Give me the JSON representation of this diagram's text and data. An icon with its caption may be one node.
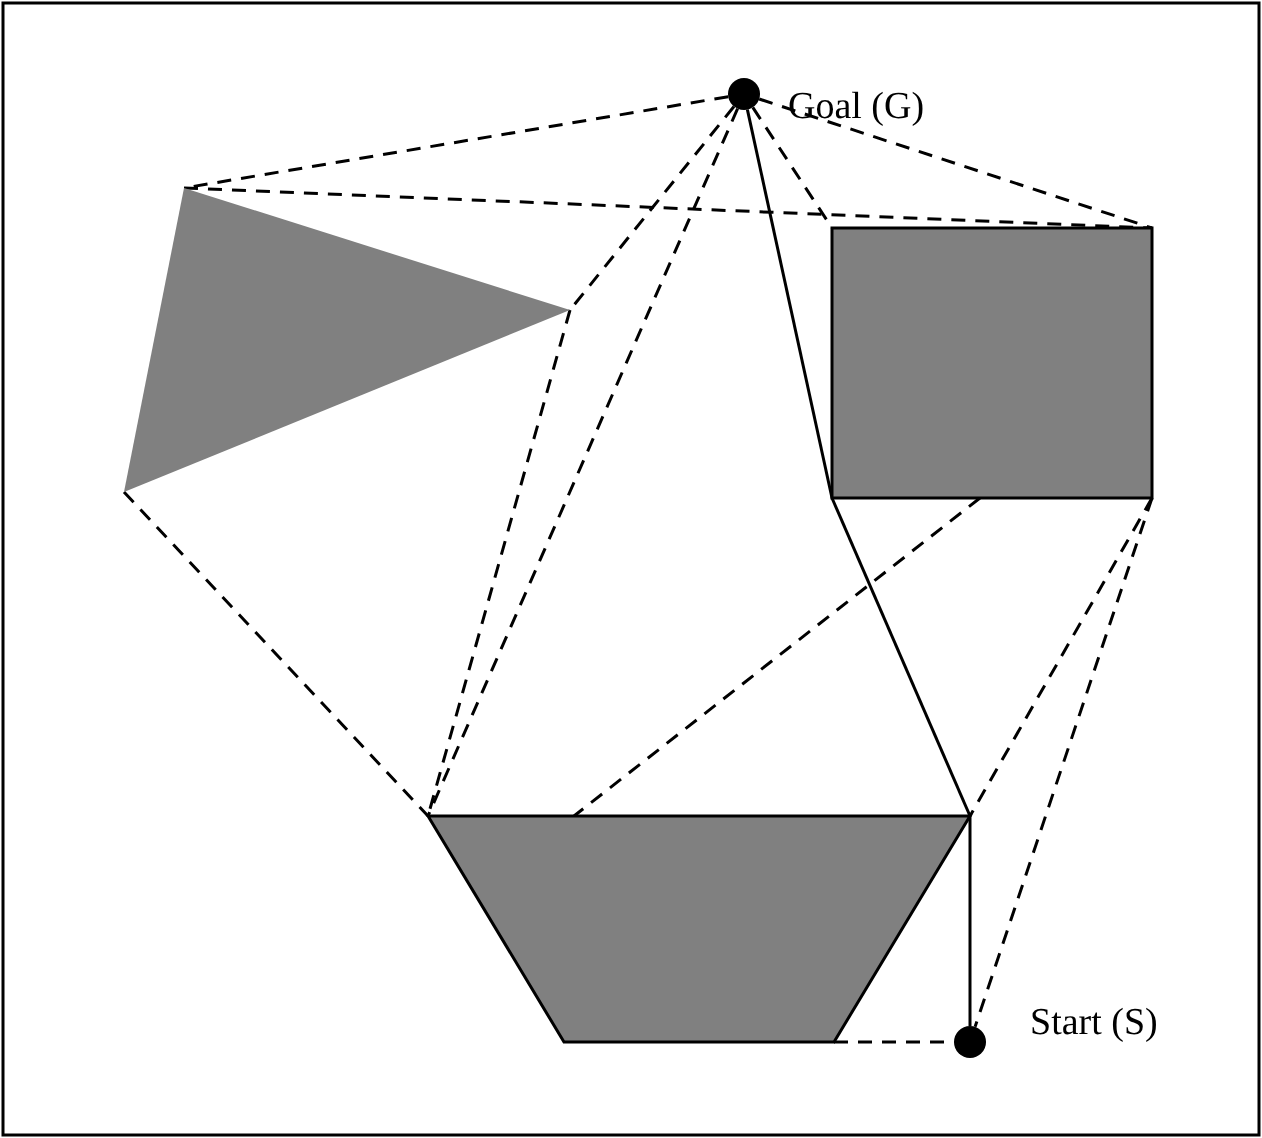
{
  "diagram": {
    "nodes": [
      {
        "text": [],
        "shape": "circle",
        "beside": [
          "Goal (G)"
        ]
      },
      {
        "text": [],
        "shape": "triangle"
      },
      {
        "text": [],
        "shape": "box"
      },
      {
        "text": [],
        "shape": "trapezoid"
      },
      {
        "text": [],
        "shape": "circle",
        "beside": [
          "Start (S)"
        ]
      }
    ],
    "edges": [
      {
        "from": 0,
        "to": 1,
        "arrow": "none",
        "style": "dashed"
      },
      {
        "from": 1,
        "to": 2,
        "arrow": "none",
        "style": "dashed"
      },
      {
        "from": 0,
        "to": 2,
        "arrow": "none",
        "style": "dashed"
      },
      {
        "from": 0,
        "to": 2,
        "arrow": "none",
        "style": "dashed"
      },
      {
        "from": 0,
        "to": 1,
        "arrow": "none",
        "style": "dashed"
      },
      {
        "from": 1,
        "to": 3,
        "arrow": "none",
        "style": "dashed"
      },
      {
        "from": 0,
        "to": 3,
        "arrow": "none",
        "style": "dashed"
      },
      {
        "from": 0,
        "to": 2,
        "arrow": "none"
      },
      {
        "from": 2,
        "to": 3,
        "arrow": "none"
      },
      {
        "from": 3,
        "to": 4,
        "arrow": "none"
      },
      {
        "from": 1,
        "to": 3,
        "arrow": "none",
        "style": "dashed"
      },
      {
        "from": 2,
        "to": 3,
        "arrow": "none",
        "style": "dashed"
      },
      {
        "from": 2,
        "to": 3,
        "arrow": "none",
        "style": "dashed"
      },
      {
        "from": 2,
        "to": 4,
        "arrow": "none",
        "style": "dashed"
      },
      {
        "from": 3,
        "to": 4,
        "arrow": "none",
        "style": "dashed"
      }
    ]
  }
}
